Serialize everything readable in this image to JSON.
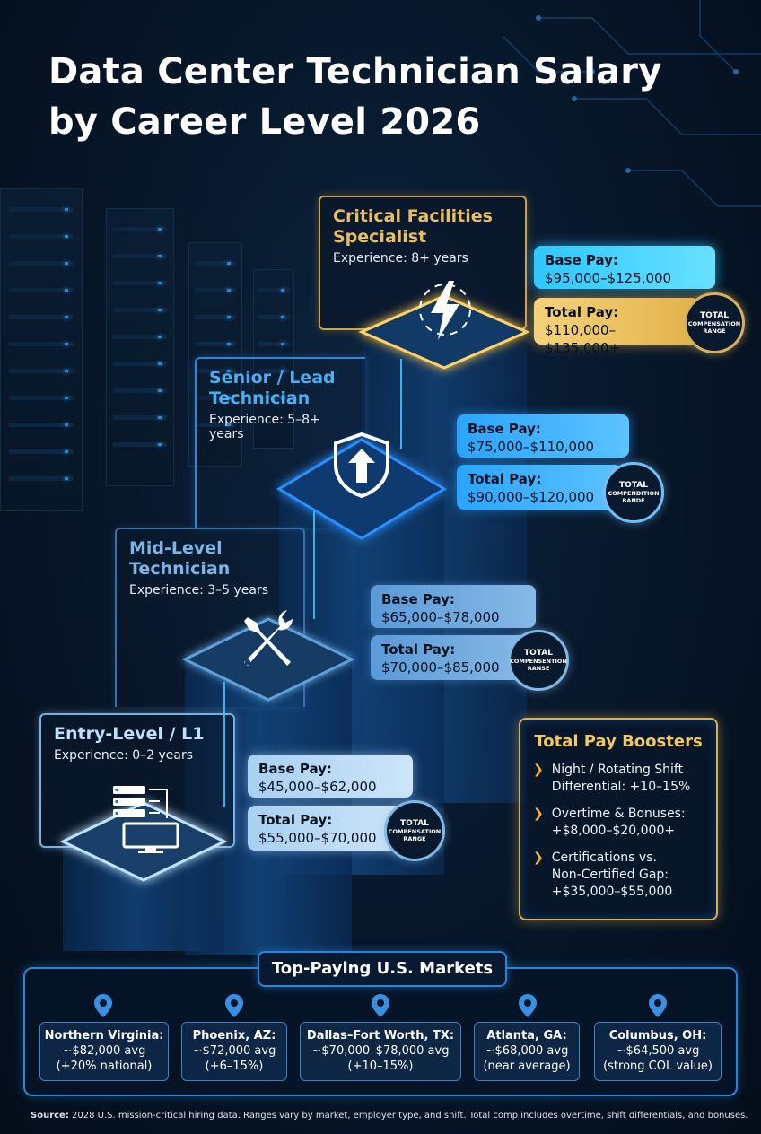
{
  "title": {
    "line1": "Data Center Technician Salary",
    "line2": "by Career Level 2026"
  },
  "levels": [
    {
      "name_line1": "Critical Facilities",
      "name_line2": "Specialist",
      "experience": "Experience: 8+ years",
      "icon": "lightning-bolt-icon",
      "base_label": "Base Pay:",
      "base_value": "$95,000–$125,000",
      "total_label": "Total Pay:",
      "total_value": "$110,000–$135,000+",
      "badge_line1": "TOTAL",
      "badge_line2": "COMPENSATION RANGE",
      "color": "#c8a24a"
    },
    {
      "name_line1": "Senior / Lead",
      "name_line2": "Technician",
      "experience": "Experience: 5–8+ years",
      "icon": "shield-arrow-icon",
      "base_label": "Base Pay:",
      "base_value": "$75,000–$110,000",
      "total_label": "Total Pay:",
      "total_value": "$90,000–$120,000",
      "badge_line1": "TOTAL",
      "badge_line2": "COMPENDITION BANDE",
      "color": "#2f86d6"
    },
    {
      "name_line1": "Mid-Level",
      "name_line2": "Technician",
      "experience": "Experience: 3–5 years",
      "icon": "wrench-screwdriver-icon",
      "base_label": "Base Pay:",
      "base_value": "$65,000–$78,000",
      "total_label": "Total Pay:",
      "total_value": "$70,000–$85,000",
      "badge_line1": "TOTAL",
      "badge_line2": "COMPENSENTION RANSE",
      "color": "#3a6fa6"
    },
    {
      "name_line1": "Entry-Level / L1",
      "experience": "Experience: 0–2 years",
      "icon": "server-monitor-icon",
      "base_label": "Base Pay:",
      "base_value": "$45,000–$62,000",
      "total_label": "Total Pay:",
      "total_value": "$55,000–$70,000",
      "badge_line1": "TOTAL",
      "badge_line2": "COMPENSATION RANGE",
      "color": "#7ab0e0"
    }
  ],
  "boosters": {
    "title": "Total Pay Boosters",
    "items": [
      {
        "line1": "Night / Rotating Shift",
        "line2": "Differential: +10–15%"
      },
      {
        "line1": "Overtime & Bonuses:",
        "line2": "+$8,000–$20,000+"
      },
      {
        "line1": "Certifications vs.",
        "line2": "Non-Certified Gap:",
        "line3": "+$35,000–$55,000"
      }
    ]
  },
  "markets": {
    "title": "Top-Paying U.S. Markets",
    "items": [
      {
        "name": "Northern Virginia:",
        "avg": "~$82,000 avg",
        "note": "(+20% national)"
      },
      {
        "name": "Phoenix, AZ:",
        "avg": "~$72,000 avg",
        "note": "(+6–15%)"
      },
      {
        "name": "Dallas–Fort Worth, TX:",
        "avg": "~$70,000–$78,000 avg",
        "note": "(+10–15%)"
      },
      {
        "name": "Atlanta, GA:",
        "avg": "~$68,000 avg",
        "note": "(near average)"
      },
      {
        "name": "Columbus, OH:",
        "avg": "~$64,500 avg",
        "note": "(strong COL value)"
      }
    ]
  },
  "source": {
    "label": "Source:",
    "text": " 2028 U.S. mission-critical hiring data. Ranges vary by market, employer type, and shift. Total comp includes overtime, shift differentials, and bonuses."
  }
}
